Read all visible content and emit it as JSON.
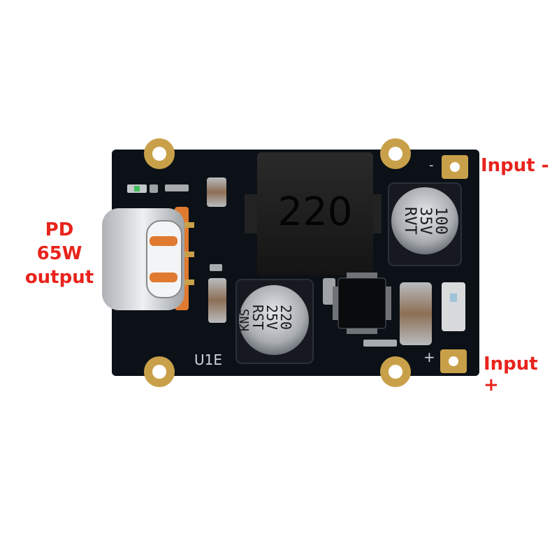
{
  "labels": {
    "pd_line1": "PD",
    "pd_line2": "65W",
    "pd_line3": "output",
    "input_minus": "Input -",
    "input_plus": "Input +"
  },
  "board": {
    "silkscreen": "U1E",
    "minus_mark": "-",
    "plus_mark": "+",
    "inductor_marking": "220",
    "cap_top_lines": [
      "100",
      "35V",
      "RVT"
    ],
    "cap_bottom_lines": [
      "220",
      "25V",
      "RST",
      "KNS"
    ]
  },
  "colors": {
    "label_red": "#e8231c",
    "pcb": "#0c1117",
    "pad_gold": "#c9a04a",
    "usb_c_orange": "#e07a30"
  }
}
